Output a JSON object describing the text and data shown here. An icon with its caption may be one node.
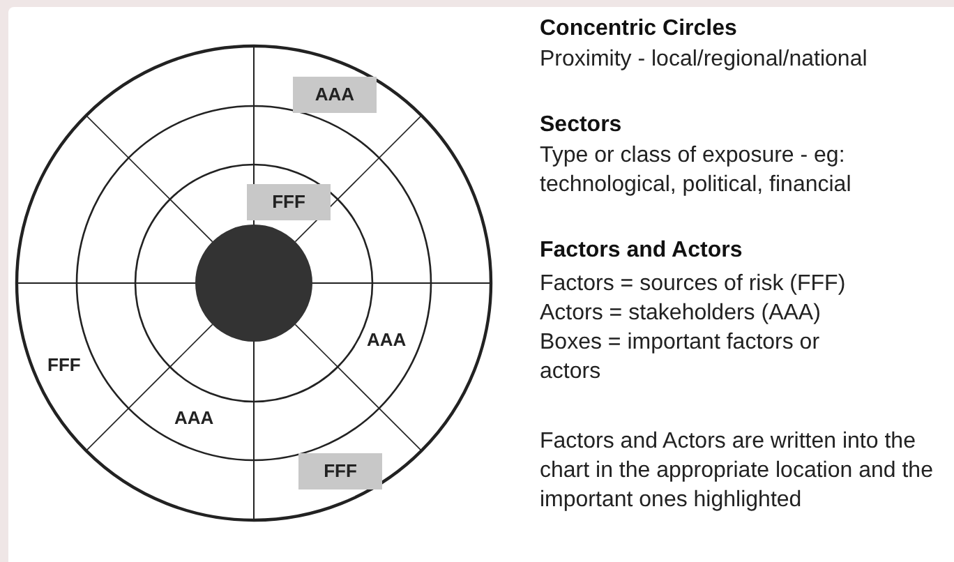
{
  "diagram": {
    "nodes": [
      {
        "text": [
          "AAA"
        ]
      },
      {
        "text": [
          "FFF"
        ]
      },
      {
        "text": [
          "FFF"
        ]
      }
    ],
    "labels": [
      "AAA",
      "FFF",
      "AAA",
      "Concentric Circles",
      "Proximity - local/regional/national",
      "Sectors",
      "Type or class of exposure - eg: technological, political, financial",
      "Factors and Actors",
      "Factors = sources of risk (FFF)",
      "Actors = stakeholders (AAA)",
      "Boxes = important factors or actors",
      "Factors and Actors are written into the chart in the appropriate location and the important ones highlighted"
    ]
  }
}
